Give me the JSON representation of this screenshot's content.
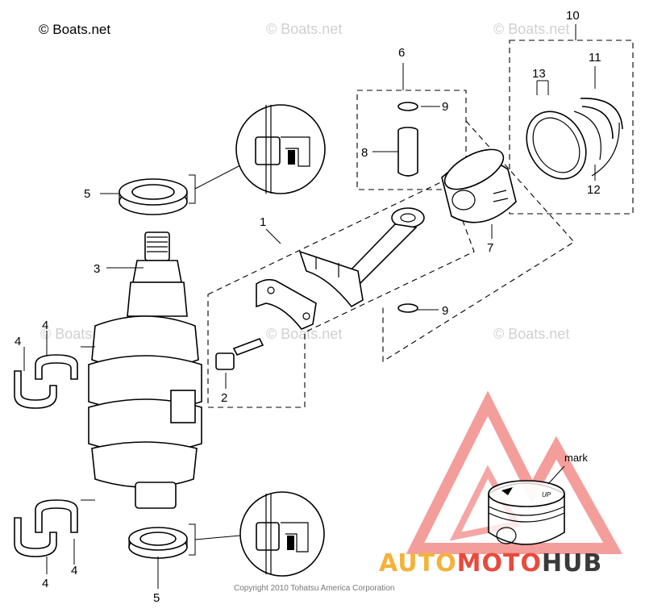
{
  "watermark": {
    "primary": "© Boats.net",
    "secondary": "© Boats.net"
  },
  "callouts": {
    "c1": "1",
    "c2": "2",
    "c3": "3",
    "c4a": "4",
    "c4b": "4",
    "c4c": "4",
    "c4d": "4",
    "c5a": "5",
    "c5b": "5",
    "c6": "6",
    "c7": "7",
    "c8": "8",
    "c9a": "9",
    "c9b": "9",
    "c10": "10",
    "c11": "11",
    "c12": "12",
    "c13": "13"
  },
  "piston_mark_label": "mark",
  "piston_crown_text": "UP",
  "copyright": "Copyright 2010 Tohatsu America Corporation",
  "brand": {
    "part1": "AUTO",
    "part2": "MOTO",
    "part3": "HUB",
    "colors": {
      "auto": "#f5b23a",
      "moto": "#e84a3c",
      "hub": "#3a3a3a",
      "triangle": "#e8302a"
    }
  }
}
